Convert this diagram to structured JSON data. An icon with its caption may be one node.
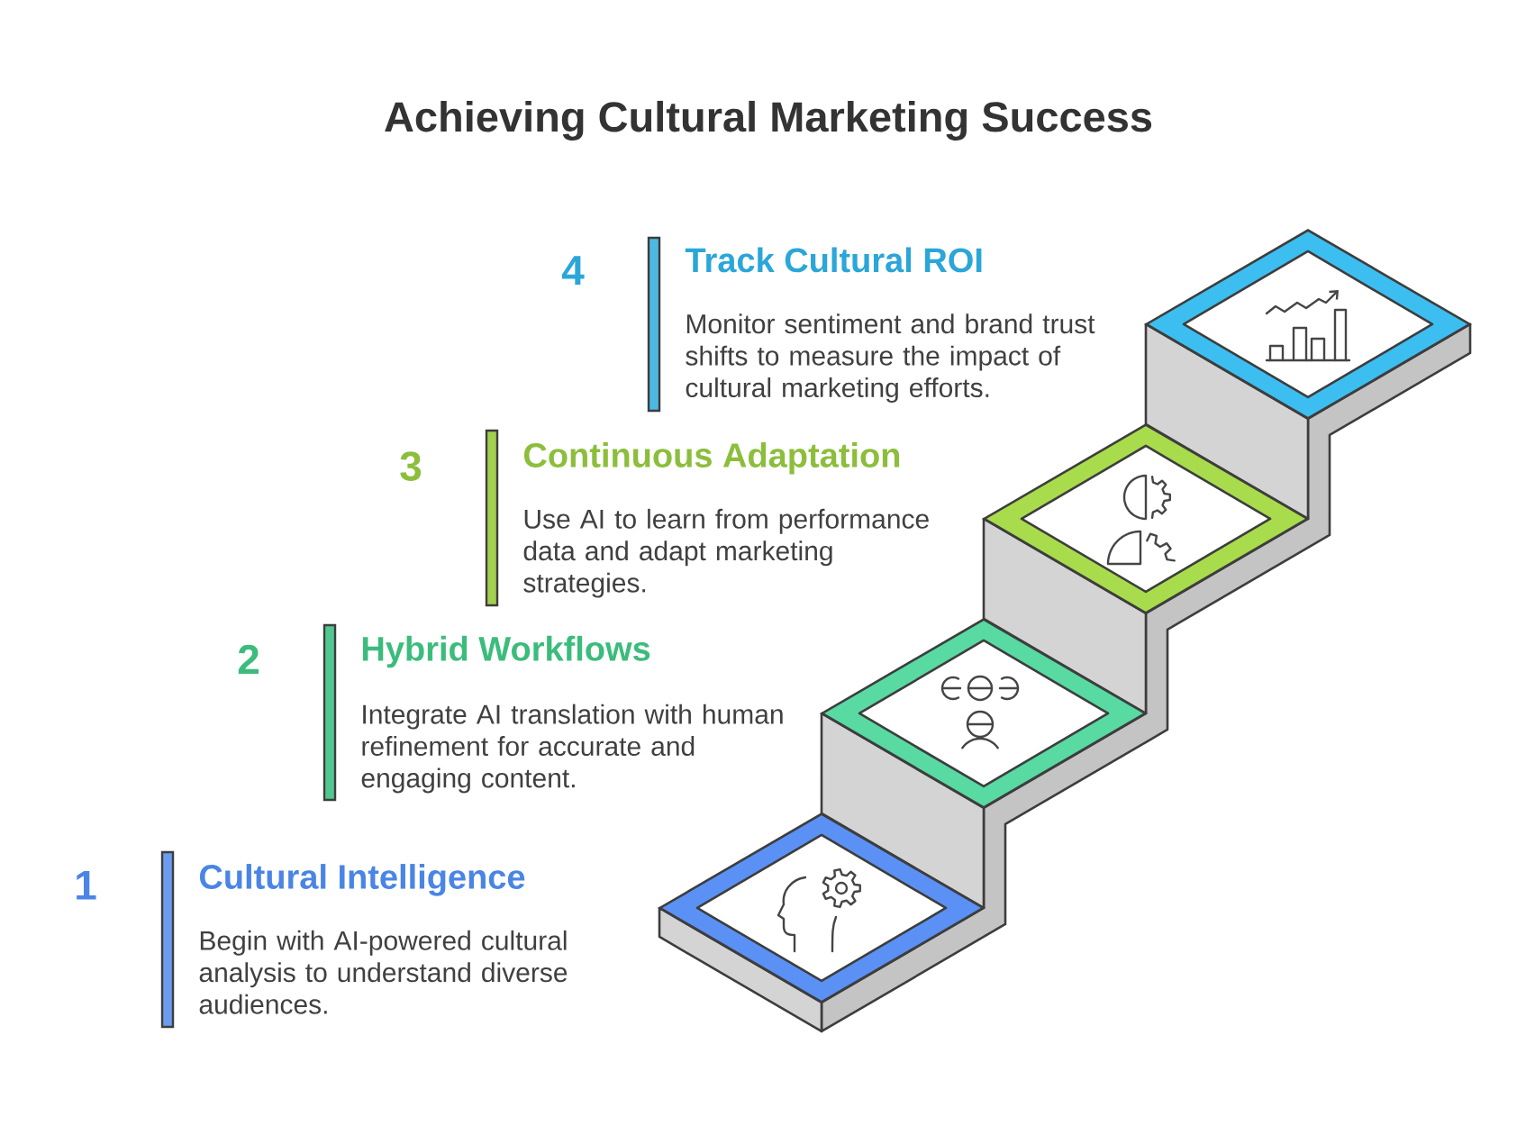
{
  "diagram": {
    "title": "Achieving Cultural Marketing Success",
    "nodes": [
      {
        "text": [],
        "shape": "diamond"
      },
      {
        "text": [],
        "shape": "diamond"
      },
      {
        "text": [],
        "shape": "diamond"
      },
      {
        "text": [],
        "shape": "diamond"
      }
    ],
    "labels": [
      "4",
      "Track Cultural ROI",
      "Monitor sentiment and brand trust shifts to measure the impact of cultural marketing efforts.",
      "3",
      "Continuous Adaptation",
      "Use AI to learn from performance data and adapt marketing strategies.",
      "2",
      "Hybrid Workflows",
      "Integrate AI translation with human refinement for accurate and engaging content.",
      "1",
      "Cultural Intelligence",
      "Begin with AI-powered cultural analysis to understand diverse audiences."
    ]
  }
}
